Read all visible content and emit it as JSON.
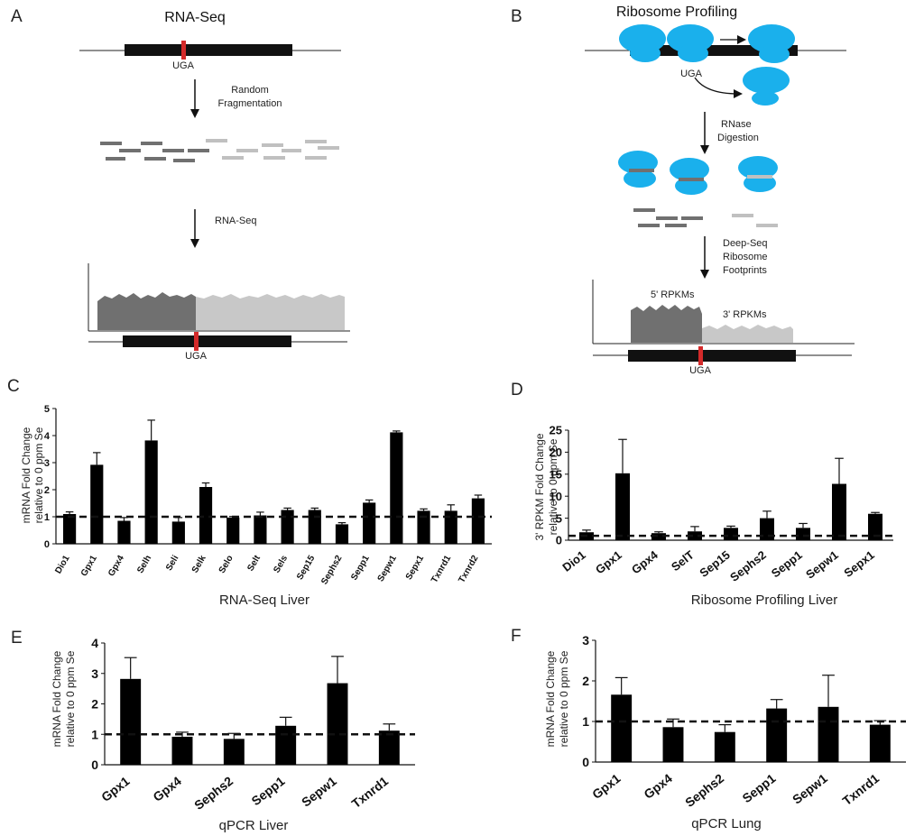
{
  "panels": {
    "A": {
      "letter": "A",
      "title": "RNA-Seq",
      "uga": "UGA",
      "step1": [
        "Random",
        "Fragmentation"
      ],
      "step2": "RNA-Seq",
      "uga2": "UGA"
    },
    "B": {
      "letter": "B",
      "title": "Ribosome Profiling",
      "uga": "UGA",
      "step1": [
        "RNase",
        "Digestion"
      ],
      "step2": [
        "Deep-Seq",
        "Ribosome",
        "Footprints"
      ],
      "rpkm5": "5' RPKMs",
      "rpkm3": "3' RPKMs",
      "uga2": "UGA"
    }
  },
  "colors": {
    "ribosome": "#1ab0ec",
    "codon": "#d42a2a",
    "dark_fragment": "#707070",
    "light_fragment": "#c0c0c0",
    "bar": "#000000"
  },
  "chart_data": [
    {
      "id": "C",
      "letter": "C",
      "type": "bar",
      "xlabel": "RNA-Seq Liver",
      "ylabel": [
        "mRNA Fold Change",
        "relative to 0 ppm Se"
      ],
      "ylim": [
        0,
        5
      ],
      "yticks": [
        0,
        1,
        2,
        3,
        4,
        5
      ],
      "reference_line": 1,
      "categories": [
        "Dio1",
        "Gpx1",
        "Gpx4",
        "Selh",
        "Seli",
        "Selk",
        "Selo",
        "Selt",
        "Sels",
        "Sep15",
        "Sephs2",
        "Sepp1",
        "Sepw1",
        "Sepx1",
        "Txnrd1",
        "Txnrd2"
      ],
      "values": [
        1.1,
        2.92,
        0.85,
        3.82,
        0.82,
        2.1,
        0.97,
        1.05,
        1.25,
        1.25,
        0.72,
        1.52,
        4.12,
        1.22,
        1.22,
        1.68
      ],
      "errors": [
        0.08,
        0.45,
        0.12,
        0.75,
        0.15,
        0.15,
        0.04,
        0.12,
        0.07,
        0.07,
        0.06,
        0.1,
        0.05,
        0.07,
        0.22,
        0.12
      ]
    },
    {
      "id": "D",
      "letter": "D",
      "type": "bar",
      "xlabel": "Ribosome Profiling Liver",
      "ylabel": [
        "3' RPKM Fold Change",
        "relative to 0 ppm Se"
      ],
      "ylim": [
        0,
        25
      ],
      "yticks": [
        0,
        5,
        10,
        15,
        20,
        25
      ],
      "reference_line": 1,
      "categories": [
        "Dio1",
        "Gpx1",
        "Gpx4",
        "SelT",
        "Sep15",
        "Sephs2",
        "Sepp1",
        "Sepw1",
        "Sepx1"
      ],
      "values": [
        1.8,
        15.2,
        1.6,
        2.0,
        2.8,
        5.0,
        2.8,
        12.8,
        6.0
      ],
      "errors": [
        0.5,
        7.7,
        0.3,
        1.1,
        0.4,
        1.6,
        1.0,
        5.8,
        0.3
      ]
    },
    {
      "id": "E",
      "letter": "E",
      "type": "bar",
      "xlabel": "qPCR Liver",
      "ylabel": [
        "mRNA Fold Change",
        "relative to 0 ppm Se"
      ],
      "ylim": [
        0,
        4
      ],
      "yticks": [
        0,
        1,
        2,
        3,
        4
      ],
      "reference_line": 1,
      "categories": [
        "Gpx1",
        "Gpx4",
        "Sephs2",
        "Sepp1",
        "Sepw1",
        "Txnrd1"
      ],
      "values": [
        2.82,
        0.92,
        0.85,
        1.28,
        2.68,
        1.12
      ],
      "errors": [
        0.7,
        0.15,
        0.18,
        0.28,
        0.88,
        0.22
      ]
    },
    {
      "id": "F",
      "letter": "F",
      "type": "bar",
      "xlabel": "qPCR Lung",
      "ylabel": [
        "mRNA Fold Change",
        "relative to 0 ppm Se"
      ],
      "ylim": [
        0,
        3
      ],
      "yticks": [
        0,
        1,
        2,
        3
      ],
      "reference_line": 1,
      "categories": [
        "Gpx1",
        "Gpx4",
        "Sephs2",
        "Sepp1",
        "Sepw1",
        "Txnrd1"
      ],
      "values": [
        1.66,
        0.86,
        0.74,
        1.32,
        1.36,
        0.92
      ],
      "errors": [
        0.42,
        0.2,
        0.18,
        0.22,
        0.78,
        0.1
      ]
    }
  ]
}
